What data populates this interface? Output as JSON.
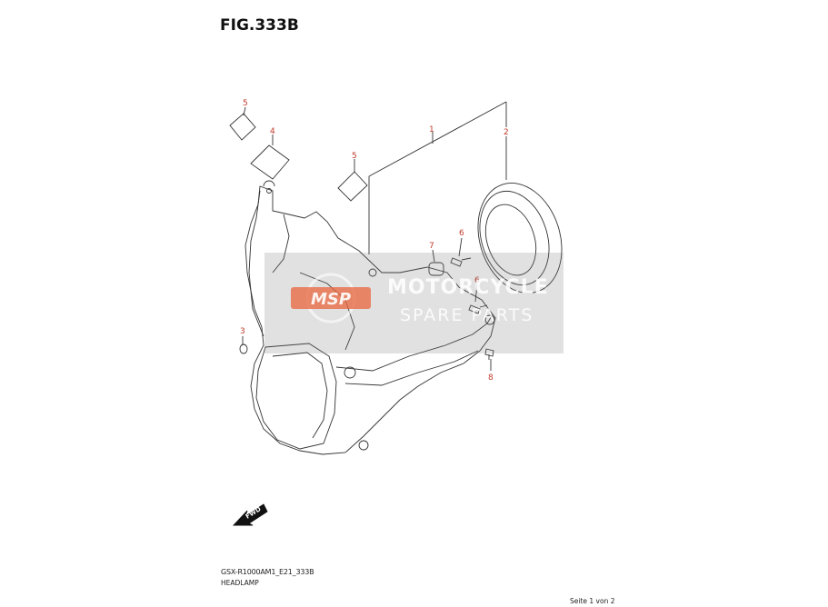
{
  "figure": {
    "title": "FIG.333B",
    "code": "GSX-R1000AM1_E21_333B",
    "description": "HEADLAMP",
    "page_info": "Seite 1 von 2"
  },
  "callouts": {
    "c1": "1",
    "c2": "2",
    "c3": "3",
    "c4": "4",
    "c5a": "5",
    "c5b": "5",
    "c6a": "6",
    "c6b": "6",
    "c7": "7",
    "c8": "8"
  },
  "fwd_label": "FWD",
  "watermark": {
    "line1": "MOTORCYCLE",
    "line2": "SPARE PARTS",
    "logo": "MSP"
  },
  "colors": {
    "callout": "#c0392b",
    "watermark_logo": "#e8643c"
  }
}
